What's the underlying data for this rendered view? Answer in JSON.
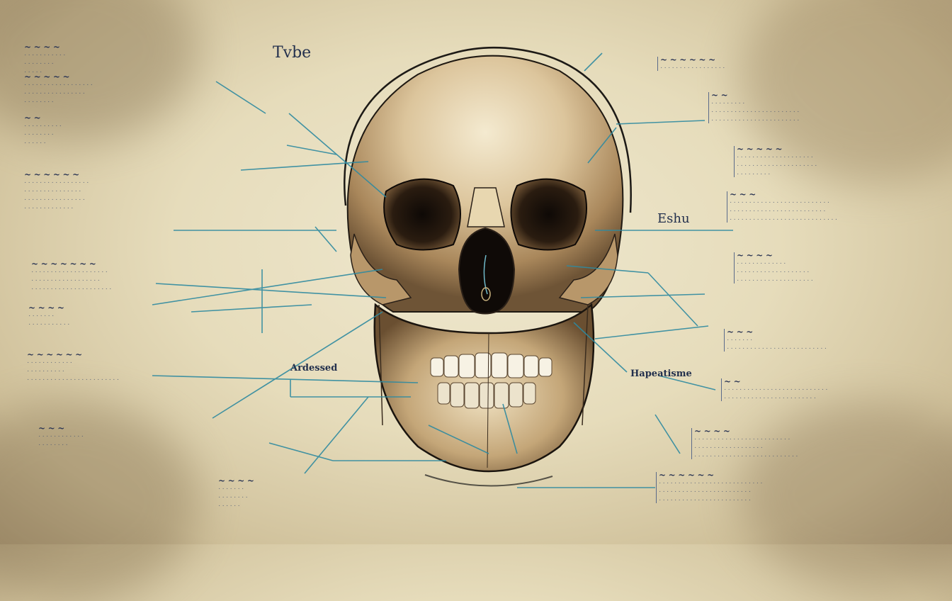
{
  "image": {
    "type": "ai-generated anatomical illustration",
    "subject": "human skull, front view",
    "style": "vintage parchment with annotation leader lines",
    "text_legibility": "illegible / pseudo-text"
  },
  "colors": {
    "parchment": "#e8dfc0",
    "parchment_edge": "#a89573",
    "bone_light": "#f2e6c8",
    "bone_mid": "#c9ae82",
    "bone_dark": "#6e5436",
    "cavity": "#1c130c",
    "leader_line": "#2f8aa0",
    "text_ink": "#3a4a6e"
  },
  "headings": [
    {
      "id": "top-left-script",
      "glyphs": "Tvbe"
    },
    {
      "id": "right-mid-script",
      "glyphs": "Eshu"
    },
    {
      "id": "left-jaw-script",
      "glyphs": "Ardessed"
    },
    {
      "id": "right-jaw-script",
      "glyphs": "Hapeatisme"
    }
  ],
  "label_clusters": [
    {
      "id": "L1",
      "head": "~ ~ ~ ~",
      "lines": [
        "· · · · · · · · · · ·",
        "· · · · · · · ·",
        "· · · · ·"
      ]
    },
    {
      "id": "L2",
      "head": "~ ~ ~ ~ ~",
      "lines": [
        "· · · · · · · · · · · · · · · · · ·",
        "· · · · · · · · · · · · · · · ·",
        "· · · · · · · ·"
      ]
    },
    {
      "id": "L3",
      "head": "~ ~",
      "lines": [
        "· · · · · · · · · ·",
        "· · · · · · · ·",
        "· · · · · ·"
      ]
    },
    {
      "id": "L4",
      "head": "~ ~ ~ ~ ~ ~",
      "lines": [
        "· · · · · · · · · · · · · · · · ·",
        "· · · · · · · · · · · · · · ·",
        "· · · · · · · · · · · · · · · ·",
        "· · · · · · · · · · · · ·"
      ]
    },
    {
      "id": "L5",
      "head": "~ ~ ~ ~ ~ ~ ~",
      "lines": [
        "· · · · · · · · · · · · · · · · · · · ·",
        "· · · · · · · · · · · · · · · · · ·",
        "· · · · · · · · · · · · · · · · · · · · ·"
      ]
    },
    {
      "id": "L6",
      "head": "~ ~ ~ ~",
      "lines": [
        "· · · · · · ·",
        "· · · · · · · · · · ·"
      ]
    },
    {
      "id": "L7",
      "head": "~ ~ ~ ~ ~ ~",
      "lines": [
        "· · · · · · · · · · · ·",
        "· · · · · · · · · ·",
        "· · · · · · · · · · · · · · · · · · · · · · · ·"
      ]
    },
    {
      "id": "L8",
      "head": "~ ~ ~",
      "lines": [
        "· · · · · · · · · · · ·",
        "· · · · · · · ·"
      ]
    },
    {
      "id": "L9",
      "head": "~ ~ ~ ~",
      "lines": [
        "· · · · · · ·",
        "· · · · · · · ·",
        "· · · · · ·"
      ]
    },
    {
      "id": "R1",
      "head": "~ ~ ~ ~ ~ ~",
      "lines": [
        "· · · · · · · · · · · · · · · · ·"
      ]
    },
    {
      "id": "R2",
      "head": "~ ~",
      "lines": [
        "· · · · · · · · ·",
        "· · · · · · · · · · · · · · · · · · · · · · ·",
        "· · · · · · · · · · · · · · · · · · · · · · ·"
      ]
    },
    {
      "id": "R3",
      "head": "~ ~ ~ ~ ~",
      "lines": [
        "· · · · · · · · · · · · · · · · · · · ·",
        "· · · · · · · · · · · · · · · · · · · · ·",
        "· · · · · · · · ·"
      ]
    },
    {
      "id": "R4",
      "head": "~ ~ ~",
      "lines": [
        "· · · · · · · · · · · · · · · · · · · · · · · · · ·",
        "· · · · · · · · · · · · · · · · · · · · · · · · ·",
        "· · · · · · · · · · · · · · · · · · · · · · · · · · · ·"
      ]
    },
    {
      "id": "R5",
      "head": "~ ~ ~ ~",
      "lines": [
        "· · · · · · · · · · · · ·",
        "· · · · · · · · · · · · · · · · · · ·",
        "· · · · · · · · · · · · · · · · · · · ·"
      ]
    },
    {
      "id": "R6",
      "head": "~ ~ ~",
      "lines": [
        "· · · · · · ·",
        "· · · · · · · · · · · · · · · · · · · · · · · · · ·"
      ]
    },
    {
      "id": "R7",
      "head": "~ ~",
      "lines": [
        "· · · · · · · · · · · · · · · · · · · · · · · · · · ·",
        "· · · · · · · · · · · · · · · · · · · · · · · ·"
      ]
    },
    {
      "id": "R8",
      "head": "~ ~ ~ ~",
      "lines": [
        "· · · · · · · · · · · · · · · · · · · · · · · · ·",
        "· · · · · · · · · · · · · · · · · ·",
        "· · · · · · · · · · · · · · · · · · · · · · · · · · ·"
      ]
    },
    {
      "id": "R9",
      "head": "~ ~ ~ ~ ~ ~",
      "lines": [
        "· · · · · · · · · · · · · · · · · · · · · · · · · · ·",
        "· · · · · · · · · · · · · · · · · · · · · · · ·",
        "· · · · · · · · · · · · · · · · · · · · · · · ·"
      ]
    }
  ]
}
